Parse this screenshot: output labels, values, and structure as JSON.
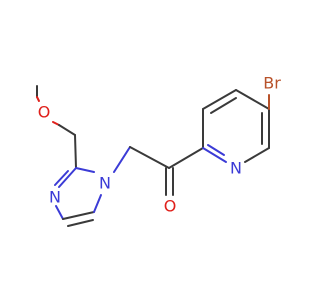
{
  "molecule": {
    "atoms": {
      "methoxy_oxygen": {
        "label": "O",
        "color": "#e0201b"
      },
      "imidazole_n3": {
        "label": "N",
        "color": "#3b3bd6"
      },
      "imidazole_n1": {
        "label": "N",
        "color": "#3b3bd6"
      },
      "carbonyl_oxygen": {
        "label": "O",
        "color": "#e0201b"
      },
      "pyridine_n": {
        "label": "N",
        "color": "#3b3bd6"
      },
      "bromine": {
        "label": "Br",
        "color": "#b8522a"
      }
    },
    "bond_color": "#3a3a3a"
  }
}
